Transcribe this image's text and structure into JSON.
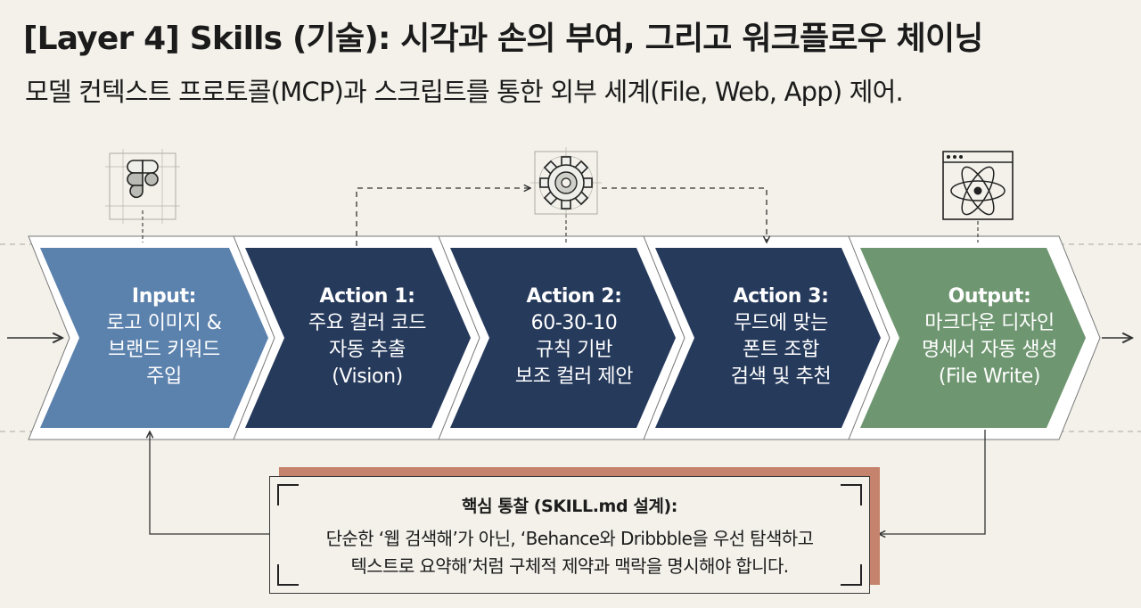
{
  "header": {
    "title": "[Layer 4] Skills (기술): 시각과 손의 부여, 그리고 워크플로우 체이닝",
    "subtitle": "모델 컨텍스트 프로토콜(MCP)과 스크립트를 통한 외부 세계(File, Web, App) 제어."
  },
  "steps": [
    {
      "title": "Input:",
      "lines": [
        "로고 이미지 &",
        "브랜드 키워드",
        "주입"
      ],
      "color": "#5b81ad"
    },
    {
      "title": "Action 1:",
      "lines": [
        "주요 컬러 코드",
        "자동 추출",
        "(Vision)"
      ],
      "color": "#263a5c"
    },
    {
      "title": "Action 2:",
      "lines": [
        "60-30-10",
        "규칙 기반",
        "보조 컬러 제안"
      ],
      "color": "#263a5c"
    },
    {
      "title": "Action 3:",
      "lines": [
        "무드에 맞는",
        "폰트 조합",
        "검색 및 추천"
      ],
      "color": "#263a5c"
    },
    {
      "title": "Output:",
      "lines": [
        "마크다운 디자인",
        "명세서 자동 생성",
        "(File Write)"
      ],
      "color": "#6e9670"
    }
  ],
  "icons": [
    "figma-icon",
    "gear-icon",
    "react-atom-icon"
  ],
  "insight": {
    "title": "핵심 통찰 (SKILL.md 설계):",
    "lines": [
      "단순한 ‘웹 검색해’가 아닌, ‘Behance와 Dribbble을 우선 탐색하고",
      "텍스트로 요약해’처럼 구체적 제약과 맥락을 명시해야 합니다."
    ],
    "accent_color": "#c5826c"
  }
}
